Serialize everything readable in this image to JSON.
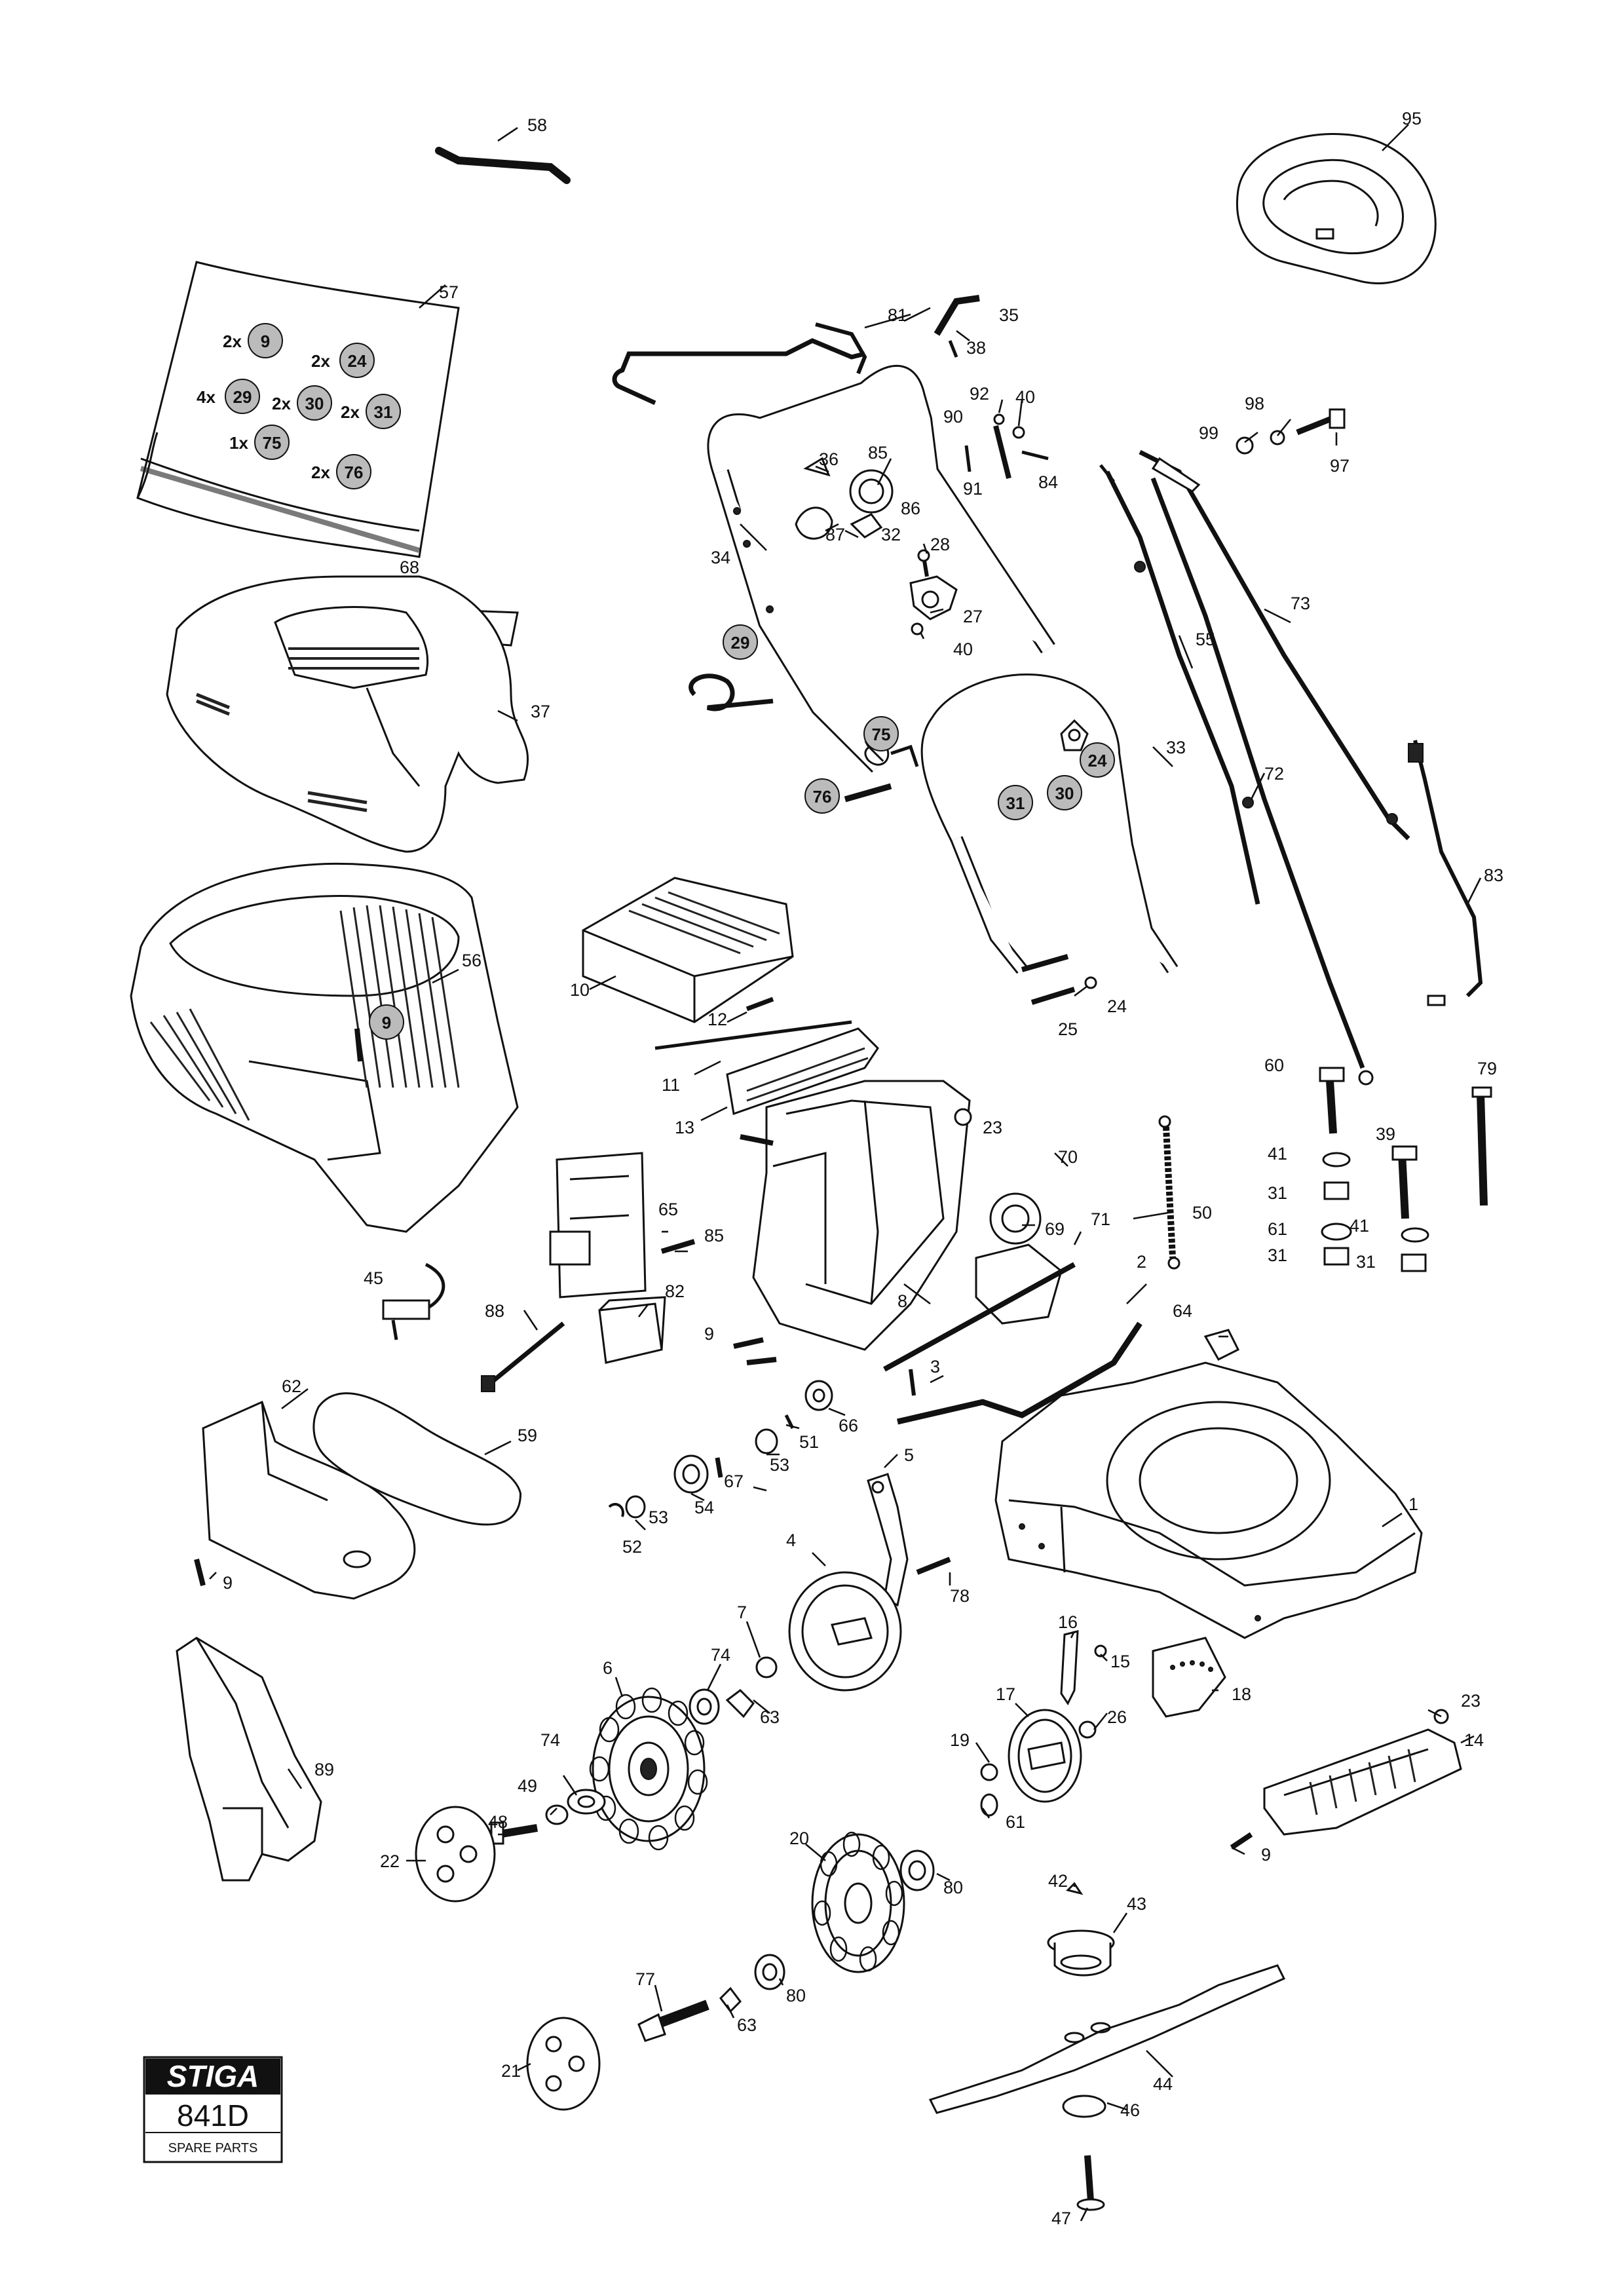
{
  "brand": {
    "logo": "STIGA",
    "model": "841D",
    "caption": "SPARE PARTS"
  },
  "kit_bag": {
    "part_number": "57",
    "contents": [
      {
        "qty": "2x",
        "part": "9"
      },
      {
        "qty": "2x",
        "part": "24"
      },
      {
        "qty": "4x",
        "part": "29"
      },
      {
        "qty": "2x",
        "part": "30"
      },
      {
        "qty": "2x",
        "part": "31"
      },
      {
        "qty": "1x",
        "part": "75"
      },
      {
        "qty": "2x",
        "part": "76"
      }
    ]
  },
  "callouts": [
    "58",
    "95",
    "57",
    "81",
    "35",
    "38",
    "92",
    "40",
    "98",
    "99",
    "97",
    "90",
    "84",
    "85",
    "36",
    "86",
    "91",
    "87",
    "32",
    "34",
    "28",
    "68",
    "27",
    "40",
    "37",
    "29",
    "73",
    "75",
    "33",
    "24",
    "31",
    "30",
    "76",
    "55",
    "72",
    "83",
    "56",
    "10",
    "24",
    "12",
    "25",
    "11",
    "60",
    "79",
    "13",
    "9",
    "23",
    "70",
    "41",
    "39",
    "31",
    "65",
    "85",
    "69",
    "71",
    "50",
    "61",
    "41",
    "31",
    "31",
    "45",
    "8",
    "2",
    "82",
    "88",
    "9",
    "64",
    "3",
    "62",
    "66",
    "51",
    "59",
    "53",
    "67",
    "5",
    "1",
    "54",
    "53",
    "52",
    "9",
    "4",
    "78",
    "7",
    "16",
    "15",
    "74",
    "18",
    "6",
    "63",
    "17",
    "26",
    "23",
    "14",
    "19",
    "74",
    "49",
    "61",
    "89",
    "48",
    "9",
    "22",
    "20",
    "80",
    "42",
    "43",
    "80",
    "77",
    "63",
    "44",
    "46",
    "21",
    "47"
  ]
}
